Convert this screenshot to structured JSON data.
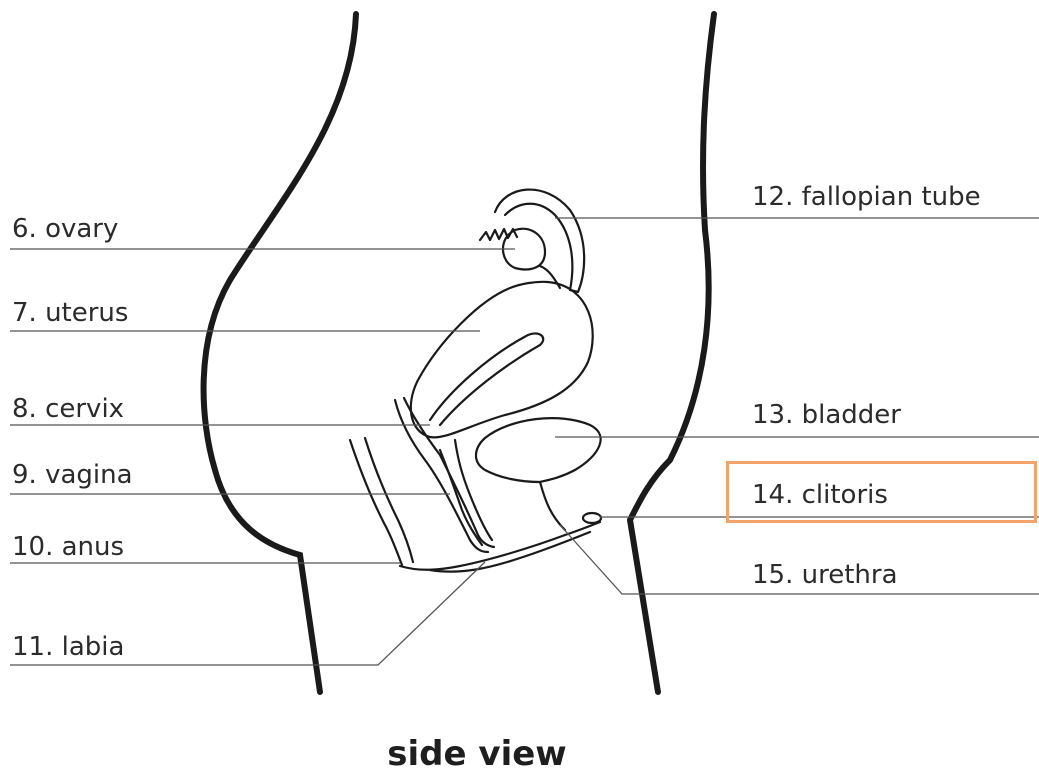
{
  "labels": {
    "ovary": "6. ovary",
    "uterus": "7. uterus",
    "cervix": "8. cervix",
    "vagina": "9. vagina",
    "anus": "10. anus",
    "labia": "11. labia",
    "fallopian_tube": "12. fallopian tube",
    "bladder": "13. bladder",
    "clitoris": "14. clitoris",
    "urethra": "15.  urethra"
  },
  "caption": "side view",
  "colors": {
    "highlight_box": "#f2a26a",
    "line": "#1a1a1a",
    "leader": "#555555"
  }
}
